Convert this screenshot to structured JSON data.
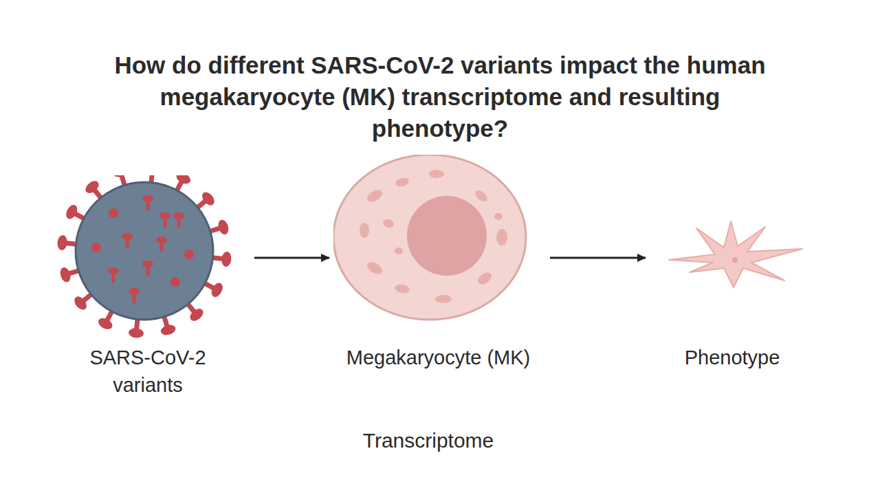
{
  "diagram": {
    "title": "How do different SARS-CoV-2 variants impact the human megakaryocyte (MK) transcriptome and resulting phenotype?",
    "nodes": [
      {
        "text": [
          "SARS-CoV-2 variants"
        ]
      },
      {
        "text": [
          "Megakaryocyte (MK)"
        ]
      },
      {
        "text": [
          "Phenotype"
        ]
      }
    ],
    "edges": [
      {
        "from": 0,
        "to": 1,
        "arrow": "to"
      },
      {
        "from": 1,
        "to": 2,
        "arrow": "to"
      }
    ],
    "labels": [
      "Transcriptome"
    ]
  }
}
